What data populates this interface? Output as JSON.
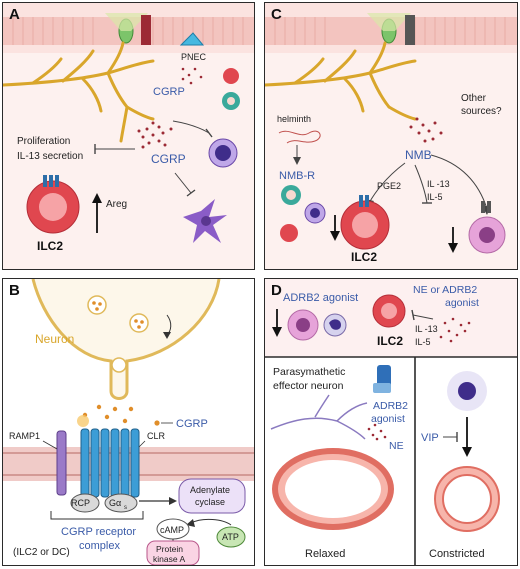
{
  "panels": {
    "A": {
      "letter": "A",
      "pnec": "PNEC",
      "cgrp_top": "CGRP",
      "cgrp_mid": "CGRP",
      "prolif": "Proliferation",
      "il13": "IL-13 secretion",
      "areg": "Areg",
      "ilc2": "ILC2"
    },
    "B": {
      "letter": "B",
      "neuron": "Neuron",
      "cgrp": "CGRP",
      "ramp1": "RAMP1",
      "clr": "CLR",
      "rcp": "RCP",
      "galpha": "Gα",
      "galpha_sub": "s",
      "receptor": "CGRP receptor",
      "complex": "complex",
      "adenylate": "Adenylate",
      "cyclase": "cyclase",
      "atp": "ATP",
      "camp": "cAMP",
      "protein": "Protein",
      "kinase": "kinase A",
      "footer": "(ILC2 or DC)"
    },
    "C": {
      "letter": "C",
      "other1": "Other",
      "other2": "sources?",
      "helminth": "helminth",
      "nmbr": "NMB-R",
      "nmb": "NMB",
      "pge2": "PGE2",
      "il13": "IL -13",
      "il5": "IL-5",
      "ilc2": "ILC2"
    },
    "D": {
      "letter": "D",
      "adrb2": "ADRB2 agonist",
      "ne_or_1": "NE or ADRB2",
      "ne_or_2": "agonist",
      "il13": "IL -13",
      "il5": "IL-5",
      "ilc2": "ILC2",
      "para1": "Parasymathetic",
      "para2": "effector neuron",
      "adrb2_b1": "ADRB2",
      "adrb2_b2": "agonist",
      "ne": "NE",
      "relaxed": "Relaxed",
      "vip": "VIP",
      "constricted": "Constricted"
    }
  },
  "colors": {
    "blue_text": "#3a5ba8",
    "nerve": "#d9a62b",
    "membrane": "#f0cbc8",
    "ilc2_red": "#e0474f",
    "purple_cell": "#8a5cc7",
    "airway": "#f08a80"
  }
}
